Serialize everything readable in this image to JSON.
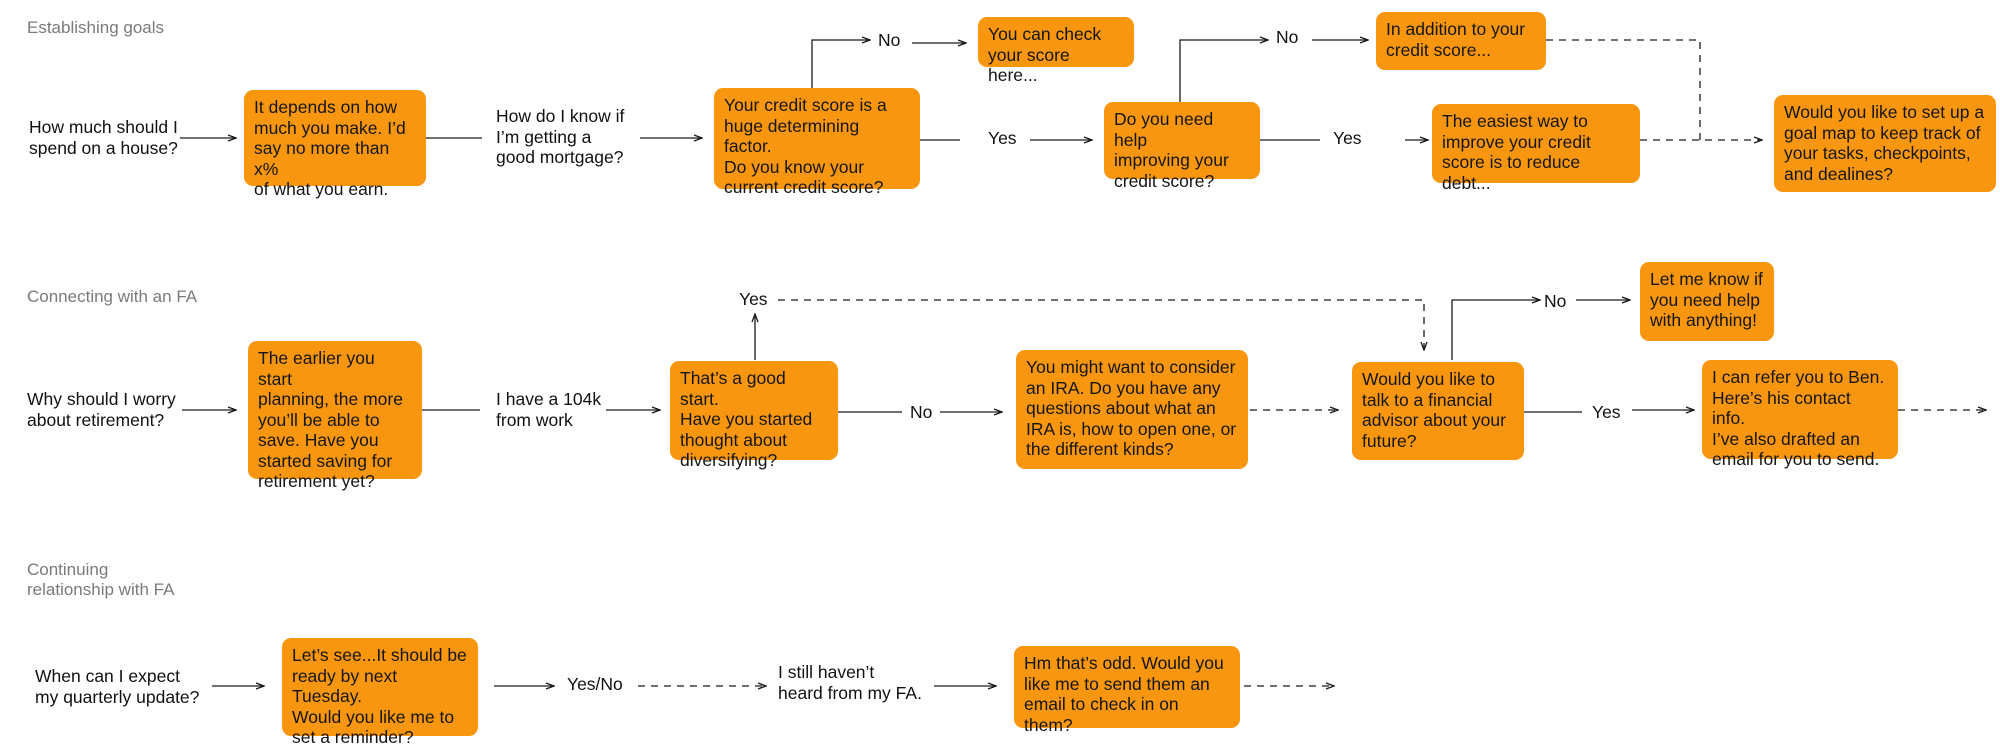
{
  "sections": {
    "establishing_goals": "Establishing goals",
    "connecting_fa": "Connecting with an FA",
    "continuing_line1": "Continuing",
    "continuing_line2": "relationship with FA"
  },
  "flow1": {
    "user_q1": [
      "How much should I",
      "spend on a house?"
    ],
    "bot_a1": [
      "It depends on how",
      "much you make. I’d",
      "say no more than x%",
      "of what you earn."
    ],
    "user_q2": [
      "How do I know if",
      "I’m getting a",
      "good mortgage?"
    ],
    "bot_a2": [
      "Your credit score is a",
      "huge determining factor.",
      "Do you know your",
      "current credit score?"
    ],
    "no1": "No",
    "yes1": "Yes",
    "bot_check": [
      "You can check",
      "your score here..."
    ],
    "bot_help": [
      "Do you need help",
      "improving your",
      "credit score?"
    ],
    "no2": "No",
    "yes2": "Yes",
    "bot_addition": [
      "In addition to your",
      "credit score..."
    ],
    "bot_easiest": [
      "The easiest way to",
      "improve your credit",
      "score is to reduce debt..."
    ],
    "bot_goalmap": [
      "Would you like to set up a",
      "goal map to keep track of",
      "your tasks, checkpoints,",
      "and dealines?"
    ]
  },
  "flow2": {
    "user_q1": [
      "Why should I worry",
      "about retirement?"
    ],
    "bot_a1": [
      "The earlier you start",
      "planning, the more",
      "you’ll be able to",
      "save. Have you",
      "started saving for",
      "retirement yet?"
    ],
    "user_a2": [
      "I have a 104k",
      "from work"
    ],
    "bot_good": [
      "That’s a good start.",
      "Have you started",
      "thought about",
      "diversifying?"
    ],
    "yes_up": "Yes",
    "no_mid": "No",
    "bot_ira": [
      "You might want to consider",
      "an IRA. Do you have any",
      "questions about what an",
      "IRA is, how to open one, or",
      "the different kinds?"
    ],
    "bot_fa": [
      "Would you like to",
      "talk to a financial",
      "advisor about your",
      "future?"
    ],
    "no_up": "No",
    "yes_right": "Yes",
    "bot_help_any": [
      "Let me know if",
      "you need help",
      "with anything!"
    ],
    "bot_refer": [
      "I can refer you to Ben.",
      "Here’s his contact info.",
      "I’ve also drafted an",
      "email for you to send."
    ]
  },
  "flow3": {
    "user_q1": [
      "When can I expect",
      "my quarterly update?"
    ],
    "bot_a1": [
      "Let’s see...It should be",
      "ready by next Tuesday.",
      "Would you like me to",
      "set a reminder?"
    ],
    "yesno": "Yes/No",
    "user_a2": [
      "I still haven’t",
      "heard from my FA."
    ],
    "bot_odd": [
      "Hm that’s odd. Would you",
      "like me to send them an",
      "email to check in on them?"
    ]
  },
  "colors": {
    "box": "#F8970F",
    "line": "#1a1a1a",
    "section_label": "#7a7a7a"
  }
}
